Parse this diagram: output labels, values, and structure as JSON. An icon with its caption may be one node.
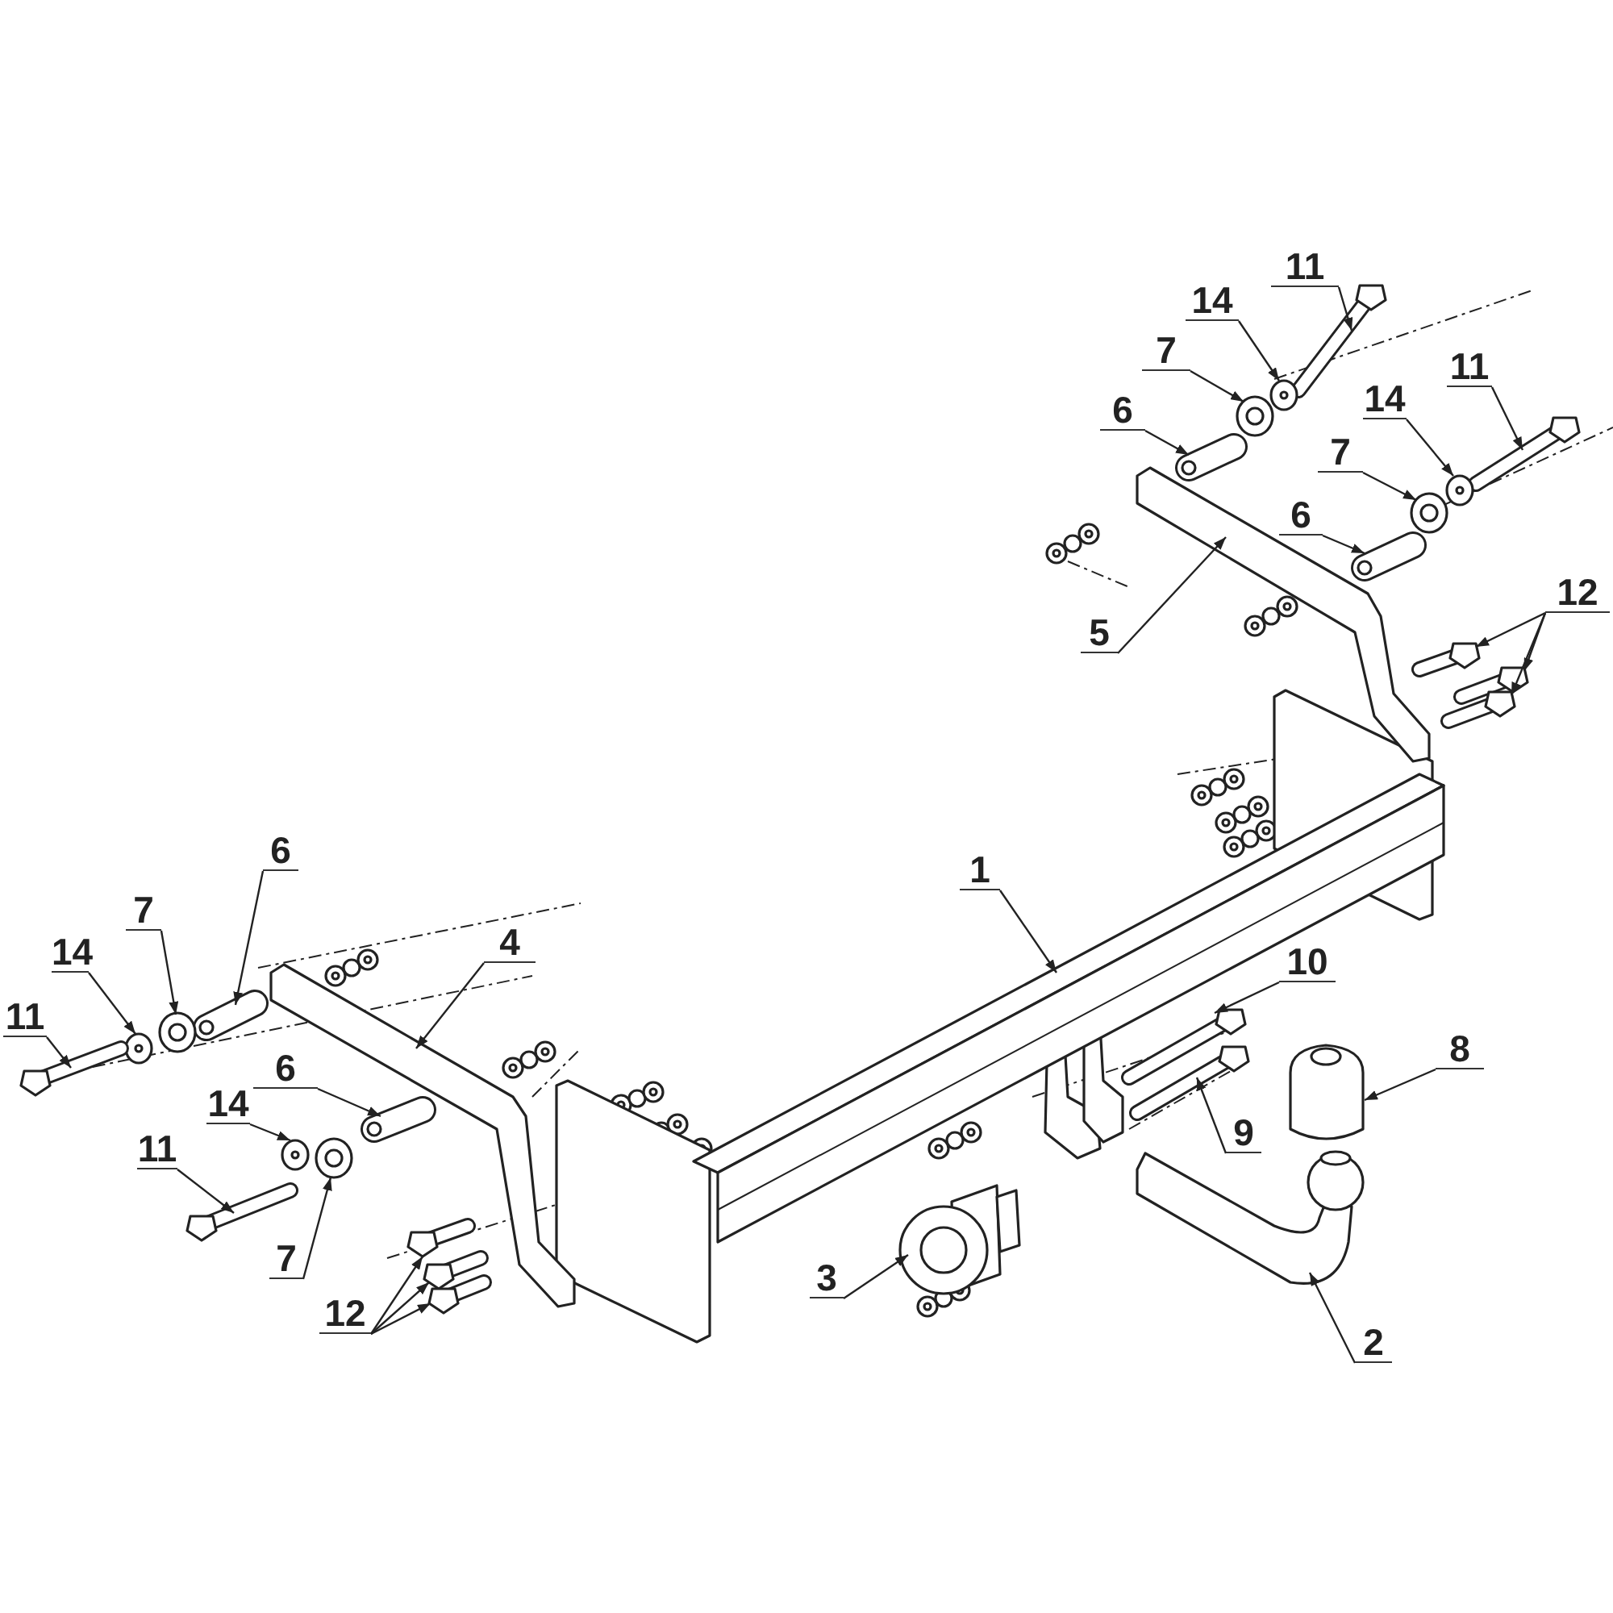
{
  "diagram": {
    "nodes": [
      {
        "text": [
          "11"
        ]
      },
      {
        "text": [
          "14"
        ]
      },
      {
        "text": [
          "7"
        ]
      },
      {
        "text": [
          "11"
        ]
      },
      {
        "text": [
          "14"
        ]
      },
      {
        "text": [
          "6"
        ]
      },
      {
        "text": [
          "7"
        ]
      },
      {
        "text": [
          "6"
        ]
      },
      {
        "text": [
          "12"
        ]
      },
      {
        "text": [
          "5"
        ]
      },
      {
        "text": [
          "6"
        ]
      },
      {
        "text": [
          "1"
        ]
      },
      {
        "text": [
          "7"
        ]
      },
      {
        "text": [
          "4"
        ]
      },
      {
        "text": [
          "14"
        ]
      },
      {
        "text": [
          "10"
        ]
      },
      {
        "text": [
          "11"
        ]
      },
      {
        "text": [
          "8"
        ]
      },
      {
        "text": [
          "6"
        ]
      },
      {
        "text": [
          "14"
        ]
      },
      {
        "text": [
          "9"
        ]
      },
      {
        "text": [
          "11"
        ]
      },
      {
        "text": [
          "7"
        ]
      },
      {
        "text": [
          "3"
        ]
      },
      {
        "text": [
          "12"
        ]
      },
      {
        "text": [
          "2"
        ]
      },
      {
        "text": [],
        "shape": "picture"
      },
      {
        "text": [],
        "shape": "picture"
      },
      {
        "text": [],
        "shape": "picture"
      },
      {
        "text": [],
        "shape": "picture"
      },
      {
        "text": [],
        "shape": "picture"
      },
      {
        "text": [],
        "shape": "picture"
      },
      {
        "text": [],
        "shape": "picture"
      },
      {
        "text": [],
        "shape": "picture"
      },
      {
        "text": [],
        "shape": "picture"
      },
      {
        "text": [],
        "shape": "picture"
      },
      {
        "text": [],
        "shape": "picture"
      },
      {
        "text": [],
        "shape": "picture"
      },
      {
        "text": [],
        "shape": "picture"
      },
      {
        "text": [],
        "shape": "picture"
      },
      {
        "text": [],
        "shape": "picture"
      },
      {
        "text": [],
        "shape": "picture"
      },
      {
        "text": [],
        "shape": "picture"
      },
      {
        "text": [],
        "shape": "picture"
      },
      {
        "text": [],
        "shape": "picture"
      },
      {
        "text": [],
        "shape": "picture"
      },
      {
        "text": [],
        "shape": "picture"
      },
      {
        "text": [],
        "shape": "picture"
      },
      {
        "text": [],
        "shape": "picture"
      },
      {
        "text": [],
        "shape": "picture"
      },
      {
        "text": [],
        "shape": "picture"
      },
      {
        "text": [],
        "shape": "picture"
      },
      {
        "text": [],
        "shape": "picture"
      },
      {
        "text": [],
        "shape": "picture"
      },
      {
        "text": [],
        "shape": "picture"
      },
      {
        "text": [],
        "shape": "picture"
      }
    ],
    "edges": [
      {
        "from": 0,
        "to": 26,
        "arrow": "to"
      },
      {
        "from": 1,
        "to": 27,
        "arrow": "to"
      },
      {
        "from": 2,
        "to": 28,
        "arrow": "to"
      },
      {
        "from": 3,
        "to": 29,
        "arrow": "to"
      },
      {
        "from": 4,
        "to": 30,
        "arrow": "to"
      },
      {
        "from": 5,
        "to": 31,
        "arrow": "to"
      },
      {
        "from": 6,
        "to": 32,
        "arrow": "to"
      },
      {
        "from": 7,
        "to": 33,
        "arrow": "to"
      },
      {
        "from": 8,
        "to": 34,
        "arrow": "to"
      },
      {
        "from": 8,
        "to": 35,
        "arrow": "to"
      },
      {
        "from": 8,
        "to": 36,
        "arrow": "to"
      },
      {
        "from": 9,
        "to": 37,
        "arrow": "to"
      },
      {
        "from": 10,
        "to": 38,
        "arrow": "to"
      },
      {
        "from": 11,
        "to": 39,
        "arrow": "to"
      },
      {
        "from": 12,
        "to": 40,
        "arrow": "to"
      },
      {
        "from": 13,
        "to": 41,
        "arrow": "to"
      },
      {
        "from": 14,
        "to": 42,
        "arrow": "to"
      },
      {
        "from": 15,
        "to": 43,
        "arrow": "to"
      },
      {
        "from": 16,
        "to": 44,
        "arrow": "to"
      },
      {
        "from": 17,
        "to": 45,
        "arrow": "to"
      },
      {
        "from": 18,
        "to": 46,
        "arrow": "to"
      },
      {
        "from": 19,
        "to": 47,
        "arrow": "to"
      },
      {
        "from": 20,
        "to": 48,
        "arrow": "to"
      },
      {
        "from": 21,
        "to": 49,
        "arrow": "to"
      },
      {
        "from": 22,
        "to": 50,
        "arrow": "to"
      },
      {
        "from": 23,
        "to": 51,
        "arrow": "to"
      },
      {
        "from": 24,
        "to": 52,
        "arrow": "to"
      },
      {
        "from": 24,
        "to": 53,
        "arrow": "to"
      },
      {
        "from": 24,
        "to": 54,
        "arrow": "to"
      },
      {
        "from": 25,
        "to": 55,
        "arrow": "to"
      }
    ]
  }
}
